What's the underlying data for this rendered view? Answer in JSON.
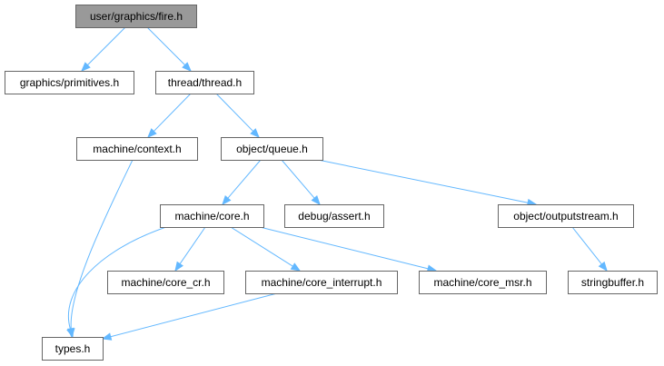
{
  "diagram": {
    "type": "include-dependency-graph",
    "colors": {
      "root_fill": "#999999",
      "node_fill": "#ffffff",
      "node_border": "#666666",
      "edge": "#63b8ff"
    },
    "nodes": [
      {
        "id": "fire_h",
        "label": "user/graphics/fire.h",
        "root": true
      },
      {
        "id": "primitives_h",
        "label": "graphics/primitives.h"
      },
      {
        "id": "thread_h",
        "label": "thread/thread.h"
      },
      {
        "id": "context_h",
        "label": "machine/context.h"
      },
      {
        "id": "queue_h",
        "label": "object/queue.h"
      },
      {
        "id": "core_h",
        "label": "machine/core.h"
      },
      {
        "id": "assert_h",
        "label": "debug/assert.h"
      },
      {
        "id": "outputstream_h",
        "label": "object/outputstream.h"
      },
      {
        "id": "core_cr_h",
        "label": "machine/core_cr.h"
      },
      {
        "id": "core_interrupt_h",
        "label": "machine/core_interrupt.h"
      },
      {
        "id": "core_msr_h",
        "label": "machine/core_msr.h"
      },
      {
        "id": "stringbuffer_h",
        "label": "stringbuffer.h"
      },
      {
        "id": "types_h",
        "label": "types.h"
      }
    ],
    "edges": [
      {
        "from": "fire_h",
        "to": "primitives_h"
      },
      {
        "from": "fire_h",
        "to": "thread_h"
      },
      {
        "from": "thread_h",
        "to": "context_h"
      },
      {
        "from": "thread_h",
        "to": "queue_h"
      },
      {
        "from": "context_h",
        "to": "types_h"
      },
      {
        "from": "queue_h",
        "to": "core_h"
      },
      {
        "from": "queue_h",
        "to": "assert_h"
      },
      {
        "from": "queue_h",
        "to": "outputstream_h"
      },
      {
        "from": "core_h",
        "to": "types_h"
      },
      {
        "from": "core_h",
        "to": "core_cr_h"
      },
      {
        "from": "core_h",
        "to": "core_interrupt_h"
      },
      {
        "from": "core_h",
        "to": "core_msr_h"
      },
      {
        "from": "outputstream_h",
        "to": "stringbuffer_h"
      },
      {
        "from": "core_interrupt_h",
        "to": "types_h"
      }
    ]
  }
}
